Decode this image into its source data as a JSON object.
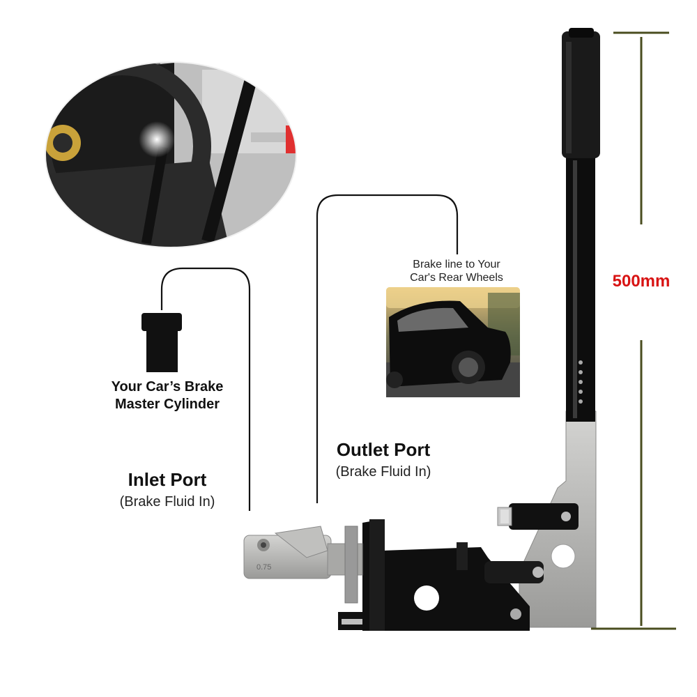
{
  "labels": {
    "master_cylinder": "Your Car’s Brake\nMaster Cylinder",
    "inlet_title": "Inlet Port",
    "inlet_sub": "(Brake Fluid In)",
    "outlet_title": "Outlet Port",
    "outlet_sub": "(Brake Fluid In)",
    "brake_line": "Brake line to Your\nCar's Rear Wheels",
    "measurement": "500mm",
    "cylinder_engraving": "0.75"
  },
  "colors": {
    "measure_line": "#4a4d1f",
    "measure_text": "#d81313",
    "connector_line": "#111111",
    "bracket": "#0f0f0f",
    "silver": "#b7b7b5"
  }
}
